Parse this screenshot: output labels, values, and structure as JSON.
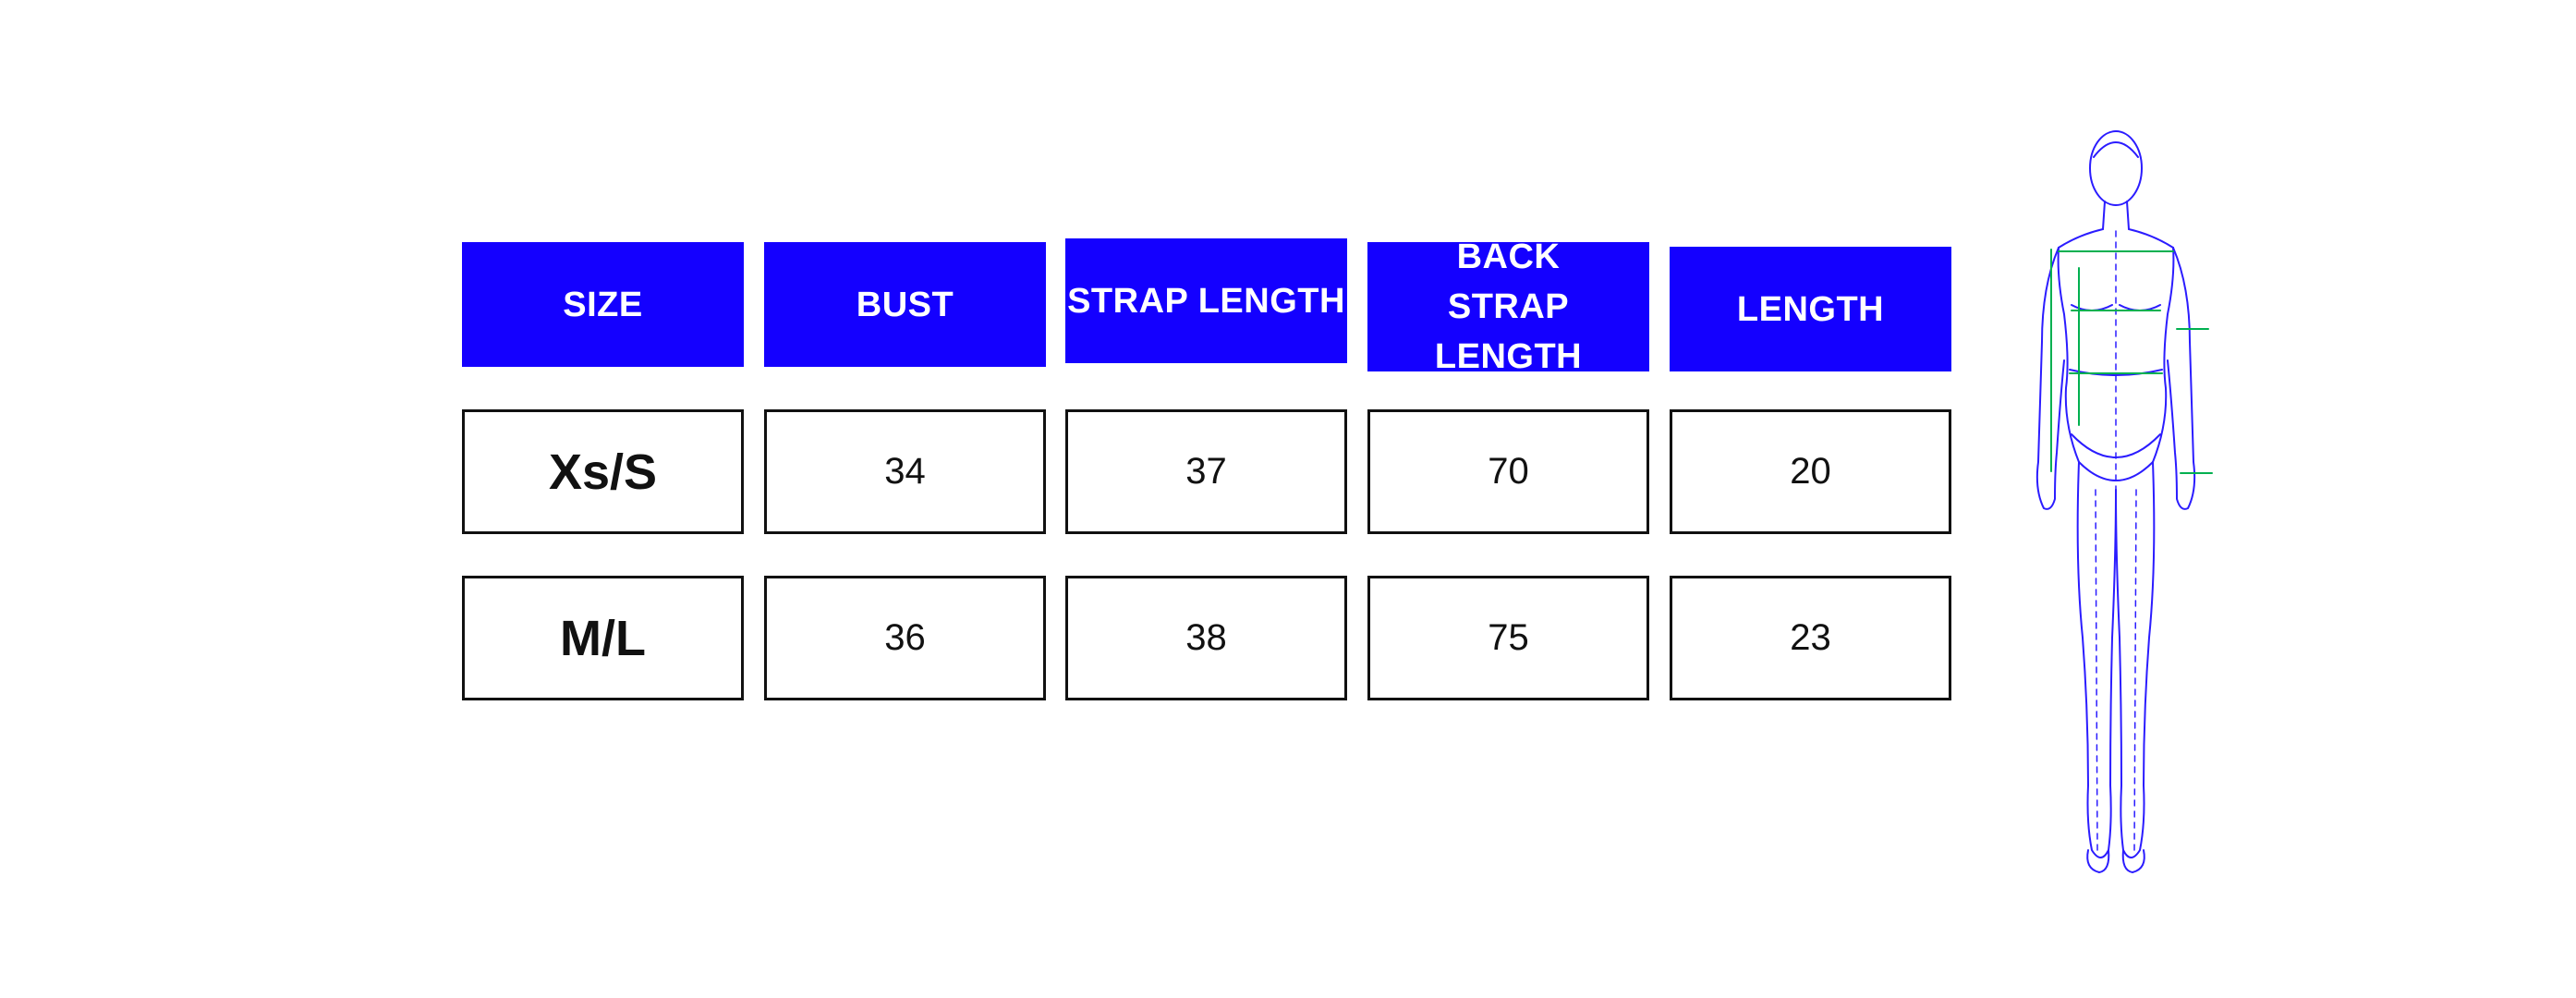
{
  "colors": {
    "header_bg": "#1400ff",
    "header_text": "#ffffff",
    "border": "#111111",
    "figure_outline": "#2b1cff",
    "measure_lines": "#00b050"
  },
  "table": {
    "headers": [
      "SIZE",
      "BUST",
      "STRAP LENGTH",
      "BACK STRAP LENGTH",
      "LENGTH"
    ],
    "rows": [
      [
        "Xs/S",
        "34",
        "37",
        "70",
        "20"
      ],
      [
        "M/L",
        "36",
        "38",
        "75",
        "23"
      ]
    ]
  },
  "figure": {
    "icon": "fashion-figure-measurement-diagram"
  }
}
